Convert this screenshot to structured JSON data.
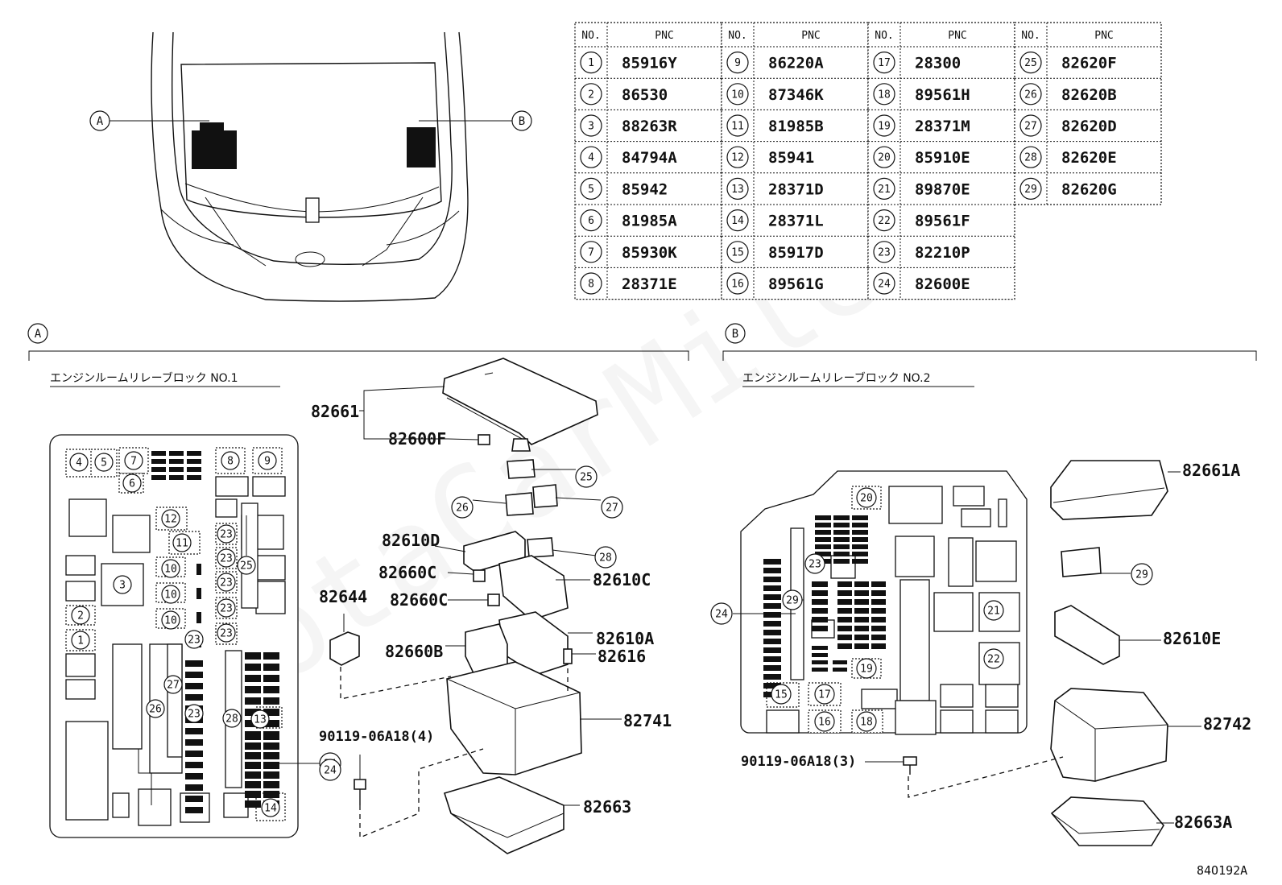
{
  "table": {
    "header_no": "NO.",
    "header_pnc": "PNC",
    "rows": [
      {
        "no": "1",
        "pnc": "85916Y"
      },
      {
        "no": "2",
        "pnc": "86530"
      },
      {
        "no": "3",
        "pnc": "88263R"
      },
      {
        "no": "4",
        "pnc": "84794A"
      },
      {
        "no": "5",
        "pnc": "85942"
      },
      {
        "no": "6",
        "pnc": "81985A"
      },
      {
        "no": "7",
        "pnc": "85930K"
      },
      {
        "no": "8",
        "pnc": "28371E"
      },
      {
        "no": "9",
        "pnc": "86220A"
      },
      {
        "no": "10",
        "pnc": "87346K"
      },
      {
        "no": "11",
        "pnc": "81985B"
      },
      {
        "no": "12",
        "pnc": "85941"
      },
      {
        "no": "13",
        "pnc": "28371D"
      },
      {
        "no": "14",
        "pnc": "28371L"
      },
      {
        "no": "15",
        "pnc": "85917D"
      },
      {
        "no": "16",
        "pnc": "89561G"
      },
      {
        "no": "17",
        "pnc": "28300"
      },
      {
        "no": "18",
        "pnc": "89561H"
      },
      {
        "no": "19",
        "pnc": "28371M"
      },
      {
        "no": "20",
        "pnc": "85910E"
      },
      {
        "no": "21",
        "pnc": "89870E"
      },
      {
        "no": "22",
        "pnc": "89561F"
      },
      {
        "no": "23",
        "pnc": "82210P"
      },
      {
        "no": "24",
        "pnc": "82600E"
      },
      {
        "no": "25",
        "pnc": "82620F"
      },
      {
        "no": "26",
        "pnc": "82620B"
      },
      {
        "no": "27",
        "pnc": "82620D"
      },
      {
        "no": "28",
        "pnc": "82620E"
      },
      {
        "no": "29",
        "pnc": "82620G"
      }
    ]
  },
  "vehicle_markers": {
    "a": "A",
    "b": "B"
  },
  "section_a": {
    "marker": "A",
    "title": "エンジンルームリレーブロック NO.1",
    "labels": {
      "p82661": "82661",
      "p82600F": "82600F",
      "p82610D": "82610D",
      "p82660C_1": "82660C",
      "p82660C_2": "82660C",
      "p82610C": "82610C",
      "p82644": "82644",
      "p82610A": "82610A",
      "p82660B": "82660B",
      "p82616": "82616",
      "p82741": "82741",
      "p90119": "90119-06A18(4)",
      "p82663": "82663"
    },
    "callouts": [
      "25",
      "26",
      "27",
      "28",
      "24"
    ],
    "block_numbers": [
      "4",
      "5",
      "7",
      "8",
      "9",
      "6",
      "12",
      "11",
      "10",
      "10",
      "10",
      "3",
      "2",
      "1",
      "23",
      "23",
      "23",
      "23",
      "23",
      "25",
      "23",
      "27",
      "26",
      "23",
      "28",
      "13",
      "24",
      "14"
    ]
  },
  "section_b": {
    "marker": "B",
    "title": "エンジンルームリレーブロック NO.2",
    "labels": {
      "p82661A": "82661A",
      "p82610E": "82610E",
      "p82742": "82742",
      "p90119": "90119-06A18(3)",
      "p82663A": "82663A"
    },
    "callouts": [
      "29",
      "24"
    ],
    "block_numbers": [
      "20",
      "23",
      "29",
      "21",
      "22",
      "19",
      "15",
      "17",
      "16",
      "18"
    ]
  },
  "figure_code": "84O192A",
  "watermark": "ToyotaCarMiles.ru"
}
